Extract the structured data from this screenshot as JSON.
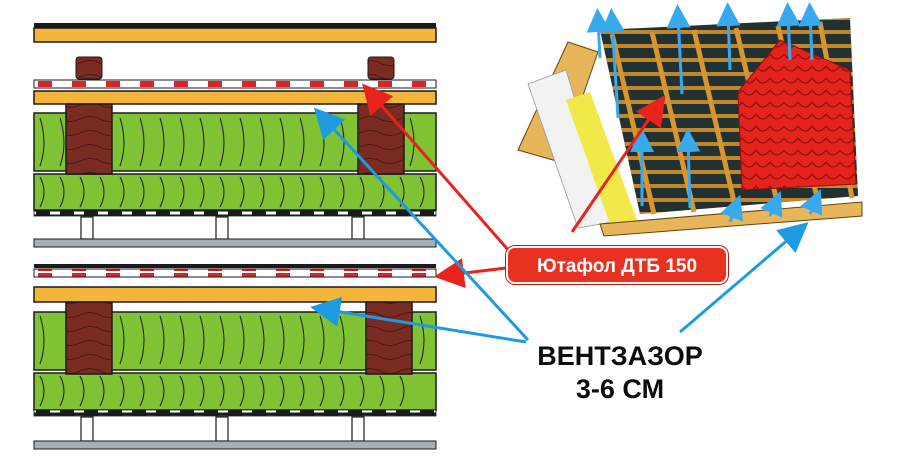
{
  "colors": {
    "membrane_label_bg": "#e8321f",
    "vent_arrow": "#1e9be0",
    "pointer_arrow": "#e8231c",
    "insulation": "#7fc234",
    "rafter": "#7a2c22",
    "batten": "#f4b63a",
    "tile": "#e4231d"
  },
  "labels": {
    "membrane": "Ютафол ДТБ 150",
    "vent_gap_line1": "ВЕНТЗАЗОР",
    "vent_gap_line2": "3-6 СМ"
  }
}
